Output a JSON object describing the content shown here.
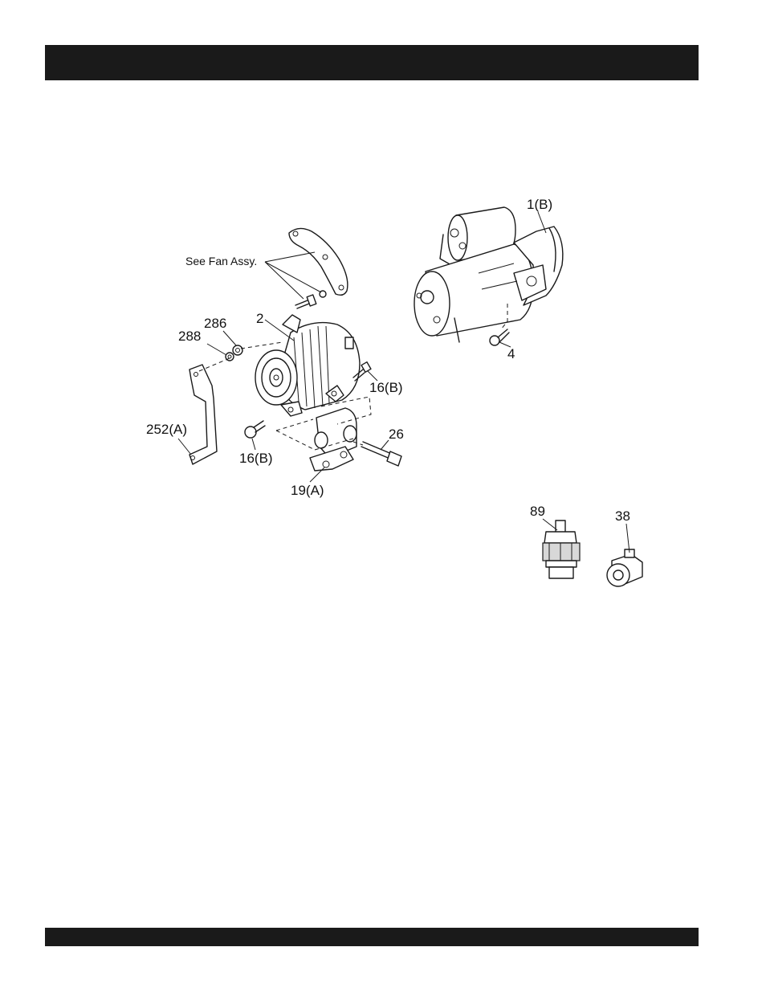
{
  "callouts": {
    "fan_note": "See Fan Assy.",
    "starter": "1(B)",
    "bolt_4": "4",
    "alternator": "2",
    "nut_286": "286",
    "washer_288": "288",
    "bolt_16b_right": "16(B)",
    "bracket_252a": "252(A)",
    "bolt_16b_left": "16(B)",
    "bolt_26": "26",
    "bracket_19a": "19(A)",
    "sender_89": "89",
    "clip_38": "38"
  }
}
